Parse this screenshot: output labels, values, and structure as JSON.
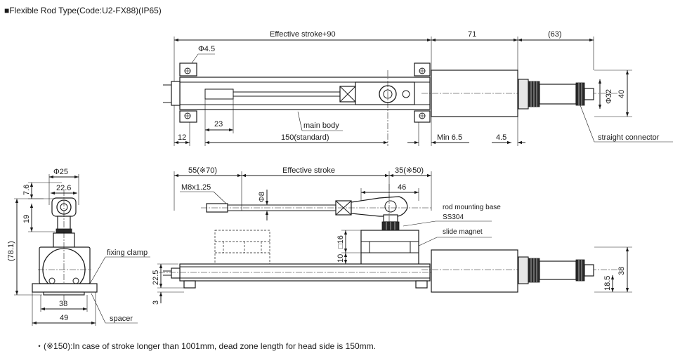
{
  "header": {
    "title": "■Flexible Rod Type(Code:U2-FX88)(IP65)"
  },
  "top_view": {
    "dim_effective_stroke_90": "Effective stroke+90",
    "dim_71": "71",
    "dim_63": "(63)",
    "dim_phi45": "Φ4.5",
    "dim_23": "23",
    "dim_12": "12",
    "dim_150": "150(standard)",
    "dim_min65": "Min 6.5",
    "dim_45": "4.5",
    "dim_phi32": "Φ32",
    "dim_40": "40",
    "label_main_body": "main body",
    "label_straight_connector": "straight connector"
  },
  "side_view": {
    "dim_phi25": "Φ25",
    "dim_76": "7.6",
    "dim_226": "22.6",
    "dim_19": "19",
    "dim_781": "(78.1)",
    "dim_38w": "38",
    "dim_49": "49",
    "label_fixing_clamp": "fixing clamp",
    "label_spacer": "spacer"
  },
  "front_view": {
    "dim_55": "55(※70)",
    "dim_effective_stroke": "Effective stroke",
    "dim_35": "35(※50)",
    "dim_m8": "M8x1.25",
    "dim_phi8": "Φ8",
    "dim_46": "46",
    "dim_sq16": "□16",
    "dim_10": "10",
    "dim_225": "22.5",
    "dim_3": "3",
    "dim_185": "18.5",
    "dim_38h": "38",
    "label_rod_mounting_base": "rod mounting base",
    "label_ss304": "SS304",
    "label_slide_magnet": "slide magnet"
  },
  "footnote": "・(※150):In case of stroke longer than 1001mm, dead zone length for head side is 150mm."
}
